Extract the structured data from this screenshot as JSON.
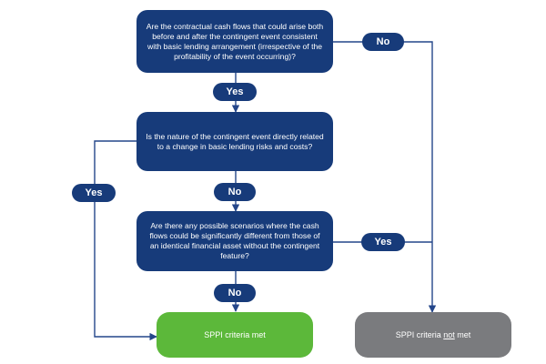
{
  "diagram": {
    "questions": [
      {
        "text": "Are the contractual cash flows that could arise both before and after the contingent event consistent with basic lending arrangement (irrespective of the profitability of the event occurring)?"
      },
      {
        "text": "Is the nature of the contingent event directly related to a change in basic lending risks and costs?"
      },
      {
        "text": "Are there any possible scenarios where the cash flows could be significantly different from those of an identical financial asset without the contingent feature?"
      }
    ],
    "answers": {
      "q1_no": "No",
      "q1_yes": "Yes",
      "q2_no": "No",
      "q2_yes": "Yes",
      "q3_yes": "Yes",
      "q3_no": "No"
    },
    "outcomes": {
      "met": "SPPI criteria met",
      "not_met_prefix": "SPPI criteria ",
      "not_met_emphasis": "not",
      "not_met_suffix": " met"
    }
  },
  "colors": {
    "node": "#173b7a",
    "connector": "#24468a",
    "met": "#5cb83a",
    "not_met": "#7a7b7e"
  }
}
